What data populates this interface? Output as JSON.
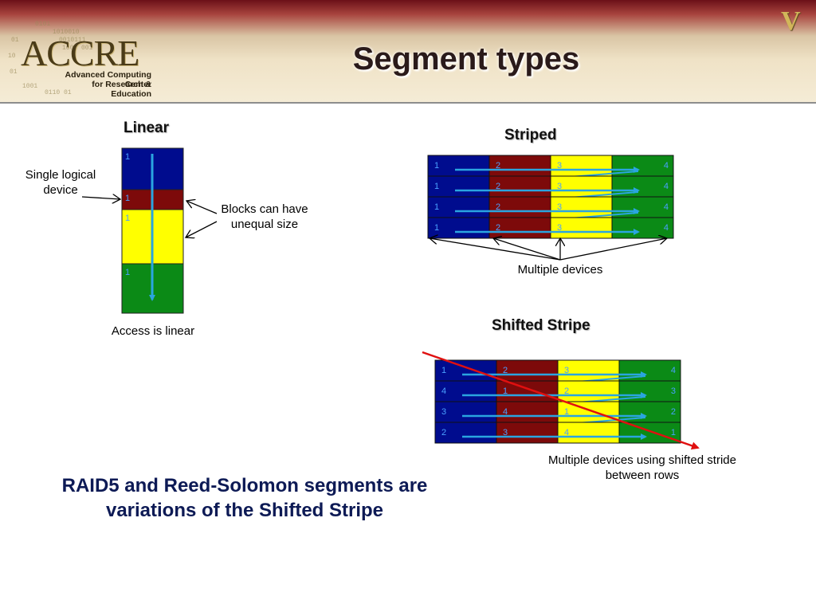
{
  "header": {
    "title": "Segment types",
    "logo": {
      "name": "ACCRE",
      "line1": "Advanced Computing Center",
      "line2": "for Research & Education"
    },
    "corner_mark": "V"
  },
  "colors": {
    "blue": "#000c8e",
    "red": "#7d0a0a",
    "yellow": "#ffff00",
    "green": "#0b8a16",
    "arrow": "#2aa5e0",
    "red_arrow": "#e01010",
    "number": "#4aa0ff"
  },
  "linear": {
    "heading": "Linear",
    "blocks": [
      {
        "color": "blue",
        "label": "1"
      },
      {
        "color": "red",
        "label": "1"
      },
      {
        "color": "yellow",
        "label": "1"
      },
      {
        "color": "green",
        "label": "1"
      }
    ],
    "left_label": "Single logical device",
    "right_label": "Blocks can have unequal size",
    "bottom_label": "Access is linear"
  },
  "striped": {
    "heading": "Striped",
    "columns": [
      "blue",
      "red",
      "yellow",
      "green"
    ],
    "rows": [
      [
        "1",
        "2",
        "3",
        "4"
      ],
      [
        "1",
        "2",
        "3",
        "4"
      ],
      [
        "1",
        "2",
        "3",
        "4"
      ],
      [
        "1",
        "2",
        "3",
        "4"
      ]
    ],
    "bottom_label": "Multiple devices"
  },
  "shifted": {
    "heading": "Shifted Stripe",
    "columns": [
      "blue",
      "red",
      "yellow",
      "green"
    ],
    "rows": [
      [
        "1",
        "2",
        "3",
        "4"
      ],
      [
        "4",
        "1",
        "2",
        "3"
      ],
      [
        "3",
        "4",
        "1",
        "2"
      ],
      [
        "2",
        "3",
        "4",
        "1"
      ]
    ],
    "bottom_label": "Multiple devices using shifted stride between rows"
  },
  "summary": "RAID5 and Reed-Solomon segments are variations of the Shifted Stripe"
}
